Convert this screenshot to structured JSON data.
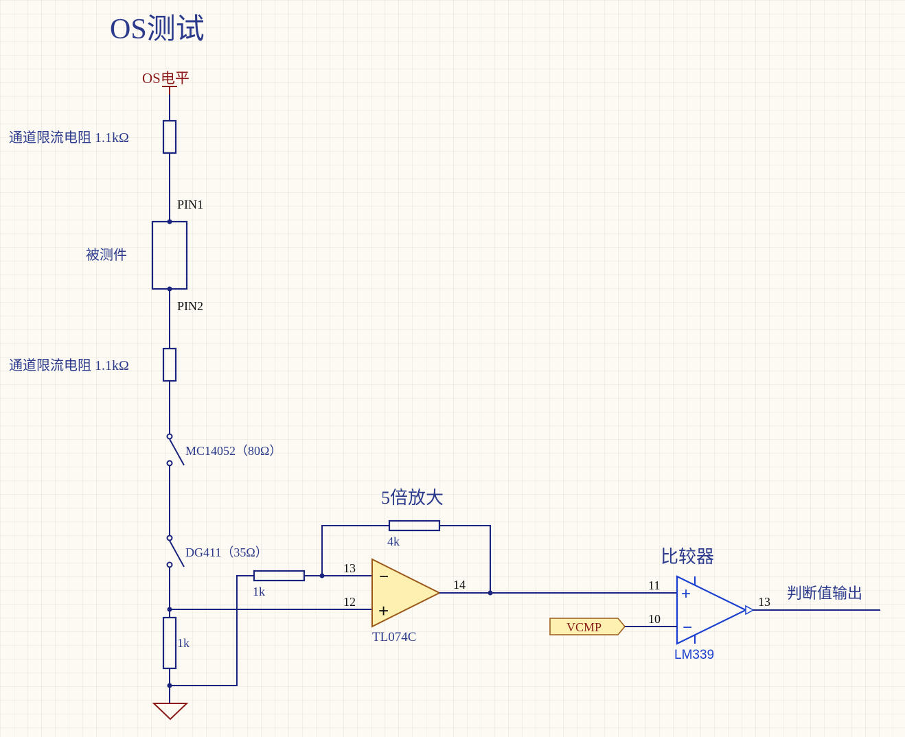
{
  "title": "OS测试",
  "power_label": "OS电平",
  "resistor_top_label": "通道限流电阻 1.1kΩ",
  "pin1": "PIN1",
  "dut_label": "被测件",
  "pin2": "PIN2",
  "resistor_bottom_label": "通道限流电阻 1.1kΩ",
  "switch1_label": "MC14052（80Ω）",
  "switch2_label": "DG411（35Ω）",
  "r_ground_label": "1k",
  "r_input_label": "1k",
  "amp": {
    "title": "5倍放大",
    "feedback_label": "4k",
    "pin_minus": "13",
    "pin_plus": "12",
    "pin_out": "14",
    "minus_sign": "−",
    "plus_sign": "+",
    "part": "TL074C"
  },
  "comp": {
    "title": "比较器",
    "pin_plus": "11",
    "pin_minus": "10",
    "pin_out": "13",
    "plus_sign": "+",
    "minus_sign": "−",
    "part": "LM339"
  },
  "vcmp_label": "VCMP",
  "output_label": "判断值输出",
  "colors": {
    "wire": "#1a237e",
    "text": "#2b3a8c",
    "power": "#8b1a1a",
    "opamp_fill": "#fdf0b0",
    "opamp_stroke": "#9a5a1a",
    "grid": "#e4e2dc"
  }
}
